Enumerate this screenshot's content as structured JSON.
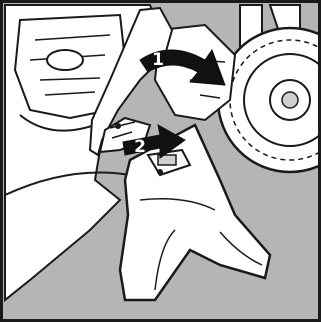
{
  "figure": {
    "steps": [
      {
        "number": "1",
        "action": "open-flap"
      },
      {
        "number": "2",
        "action": "detach-grass-bag"
      }
    ],
    "colors": {
      "background": "#b5b5b5",
      "line": "#1a1a1a",
      "part_fill": "#ffffff",
      "arrow_fill": "#111111",
      "frame": "#1a1a1a"
    }
  }
}
